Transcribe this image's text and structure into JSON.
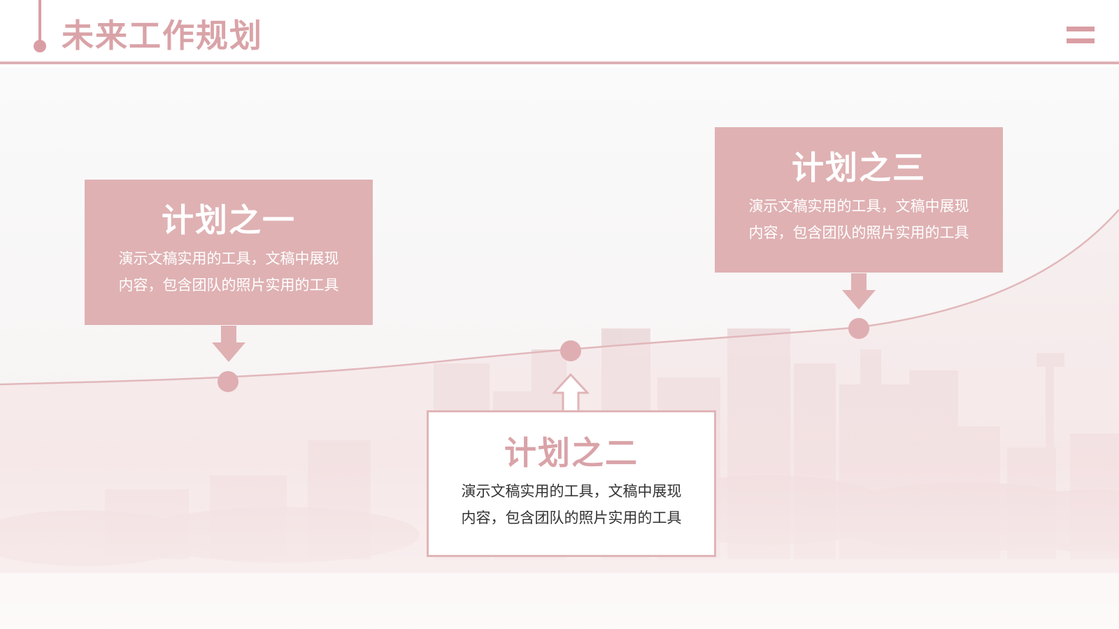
{
  "header": {
    "title": "未来工作规划",
    "menu_icon": "menu-icon"
  },
  "colors": {
    "accent": "#d99ea4",
    "card_fill": "#dfb1b3",
    "title_text": "#d9a3a8",
    "body_text": "#333333"
  },
  "plans": [
    {
      "title": "计划之一",
      "line1": "演示文稿实用的工具，文稿中展现",
      "line2": "内容，包含团队的照片实用的工具"
    },
    {
      "title": "计划之二",
      "line1": "演示文稿实用的工具，文稿中展现",
      "line2": "内容，包含团队的照片实用的工具"
    },
    {
      "title": "计划之三",
      "line1": "演示文稿实用的工具，文稿中展现",
      "line2": "内容，包含团队的照片实用的工具"
    }
  ]
}
